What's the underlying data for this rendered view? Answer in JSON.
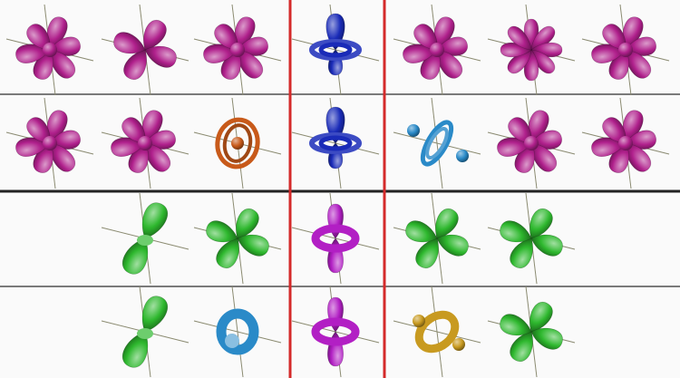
{
  "colors": {
    "magenta": "#b0208c",
    "blue": "#1a2bb8",
    "orange": "#c85a1a",
    "cyan": "#2a8ac8",
    "green": "#2eb82e",
    "violet": "#b21fc4",
    "gold": "#c89a20",
    "divider_red": "#d42a2a",
    "divider_gray": "#7a7a7a"
  },
  "grid": {
    "rows": [
      {
        "cells": [
          {
            "col": 0,
            "kind": "lobes6",
            "color": "magenta"
          },
          {
            "col": 1,
            "kind": "lobes4",
            "color": "magenta"
          },
          {
            "col": 2,
            "kind": "lobes6",
            "color": "magenta"
          },
          {
            "col": 3,
            "kind": "dz2ring2",
            "color": "blue"
          },
          {
            "col": 4,
            "kind": "lobes6",
            "color": "magenta"
          },
          {
            "col": 5,
            "kind": "lobes8",
            "color": "magenta"
          },
          {
            "col": 6,
            "kind": "lobes6",
            "color": "magenta"
          }
        ]
      },
      {
        "cells": [
          {
            "col": 0,
            "kind": "lobes6",
            "color": "magenta"
          },
          {
            "col": 1,
            "kind": "lobes6",
            "color": "magenta"
          },
          {
            "col": 2,
            "kind": "rings",
            "color": "orange"
          },
          {
            "col": 3,
            "kind": "dz2ring2",
            "color": "blue"
          },
          {
            "col": 4,
            "kind": "ringsTilt",
            "color": "cyan"
          },
          {
            "col": 5,
            "kind": "lobes6",
            "color": "magenta"
          },
          {
            "col": 6,
            "kind": "lobes6",
            "color": "magenta"
          }
        ]
      },
      {
        "cells": [
          {
            "col": 1,
            "kind": "lobes2",
            "color": "green"
          },
          {
            "col": 2,
            "kind": "lobes4",
            "color": "green"
          },
          {
            "col": 3,
            "kind": "dz2ring",
            "color": "violet"
          },
          {
            "col": 4,
            "kind": "lobes4",
            "color": "green"
          },
          {
            "col": 5,
            "kind": "lobes4",
            "color": "green"
          }
        ]
      },
      {
        "cells": [
          {
            "col": 1,
            "kind": "lobes2",
            "color": "green"
          },
          {
            "col": 2,
            "kind": "donut",
            "color": "cyan"
          },
          {
            "col": 3,
            "kind": "dz2ring",
            "color": "violet"
          },
          {
            "col": 4,
            "kind": "donutTilt",
            "color": "gold"
          },
          {
            "col": 5,
            "kind": "lobes4",
            "color": "green"
          }
        ]
      }
    ]
  }
}
